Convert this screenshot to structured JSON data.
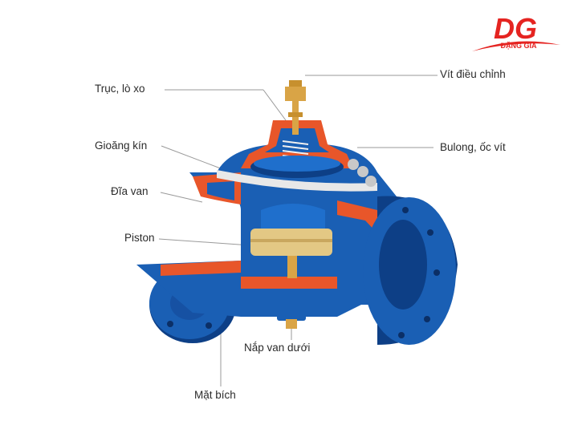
{
  "brand": {
    "logo_letters": "DG",
    "logo_text": "ĐẶNG GIA",
    "color": "#e52421"
  },
  "labels": {
    "truc_lo_xo": "Trục, lò xo",
    "vit_dieu_chinh": "Vít điều chỉnh",
    "gioang_kin": "Gioăng kín",
    "bulong_oc_vit": "Bulong, ốc vít",
    "dia_van": "Đĩa van",
    "piston": "Piston",
    "nap_van_duoi": "Nắp van dưới",
    "mat_bich": "Mặt bích"
  },
  "colors": {
    "valve_body": "#1a5fb4",
    "valve_dark": "#0d3f86",
    "cut_surface": "#e8562a",
    "brass": "#d9a446",
    "leader_line": "#9a9a9a"
  }
}
